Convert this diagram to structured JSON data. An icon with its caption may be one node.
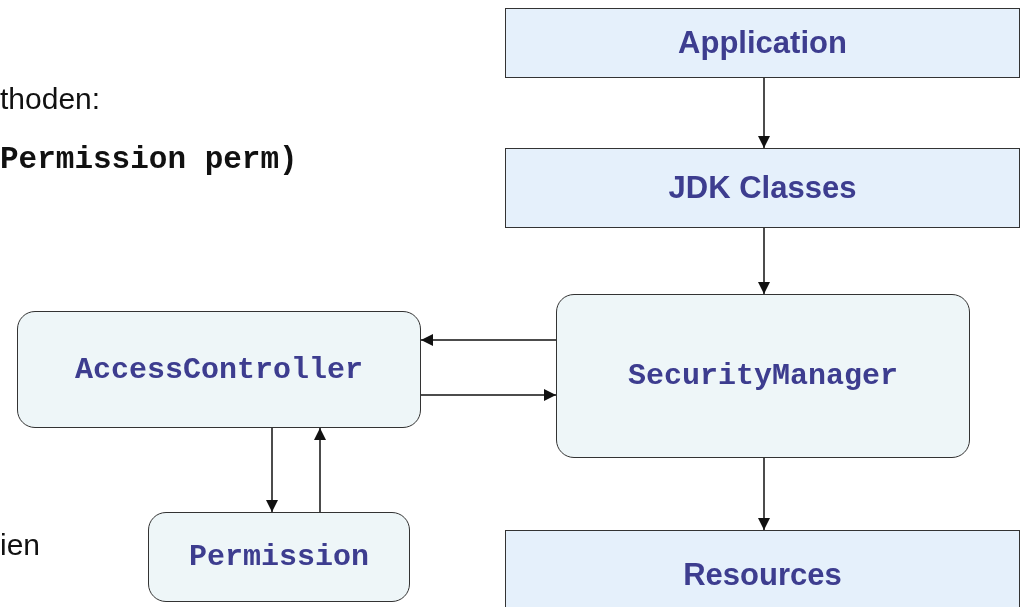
{
  "diagram": {
    "nodes": [
      {
        "text": [
          "Application"
        ]
      },
      {
        "text": [
          "JDK Classes"
        ]
      },
      {
        "text": [
          "SecurityManager"
        ]
      },
      {
        "text": [
          "AccessController"
        ]
      },
      {
        "text": [
          "Permission"
        ]
      },
      {
        "text": [
          "Resources"
        ]
      }
    ],
    "edges": [
      {
        "from": 0,
        "to": 1,
        "arrow": "to"
      },
      {
        "from": 1,
        "to": 2,
        "arrow": "to"
      },
      {
        "from": 2,
        "to": 3,
        "arrow": "to"
      },
      {
        "from": 3,
        "to": 2,
        "arrow": "to"
      },
      {
        "from": 3,
        "to": 4,
        "arrow": "to"
      },
      {
        "from": 4,
        "to": 3,
        "arrow": "to"
      },
      {
        "from": 2,
        "to": 5,
        "arrow": "to"
      }
    ],
    "labels": [
      "thoden:",
      "Permission perm)",
      "ien"
    ]
  }
}
